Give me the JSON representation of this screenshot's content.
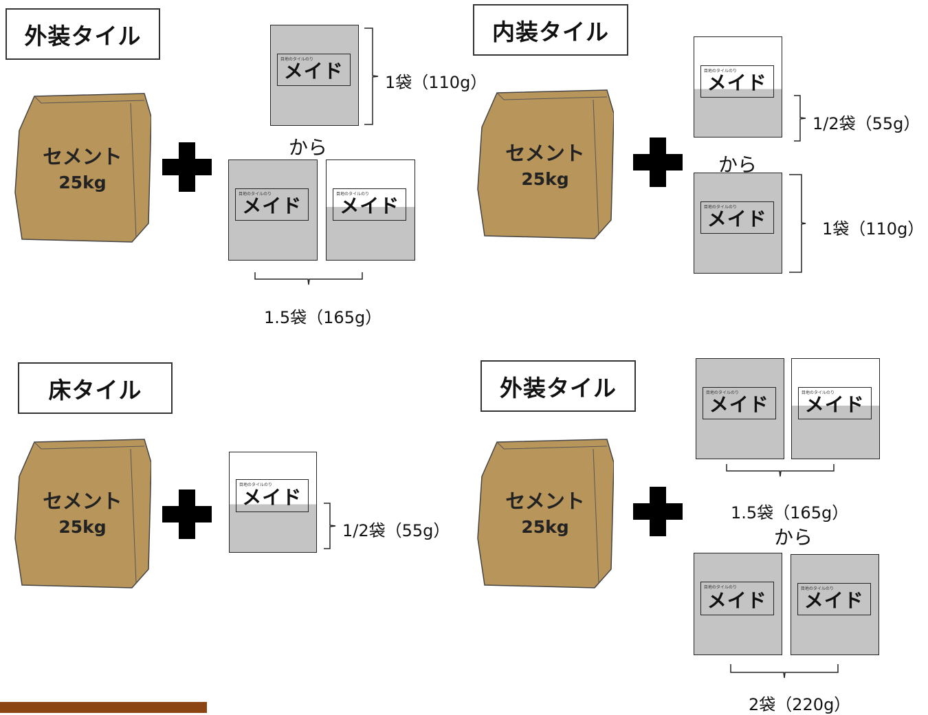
{
  "panels": {
    "top_left": {
      "title": "外装タイル",
      "bag_name": "セメント",
      "bag_weight": "25kg",
      "kara": "から",
      "option1_caption": "1袋（110g）",
      "option2_caption": "1.5袋（165g）"
    },
    "top_right": {
      "title": "内装タイル",
      "bag_name": "セメント",
      "bag_weight": "25kg",
      "kara": "から",
      "option1_caption": "1/2袋（55g）",
      "option2_caption": "1袋（110g）"
    },
    "bottom_left": {
      "title": "床タイル",
      "bag_name": "セメント",
      "bag_weight": "25kg",
      "option1_caption": "1/2袋（55g）"
    },
    "bottom_right": {
      "title": "外装タイル",
      "bag_name": "セメント",
      "bag_weight": "25kg",
      "kara": "から",
      "option1_caption": "1.5袋（165g）",
      "option2_caption": "2袋（220g）"
    }
  },
  "package": {
    "brand": "メイド",
    "subtitle": "目地のタイルのり"
  },
  "colors": {
    "bag": "#b8955a",
    "package_fill": "#c4c4c4",
    "plus": "#000000",
    "footer_bar": "#8b4513"
  }
}
